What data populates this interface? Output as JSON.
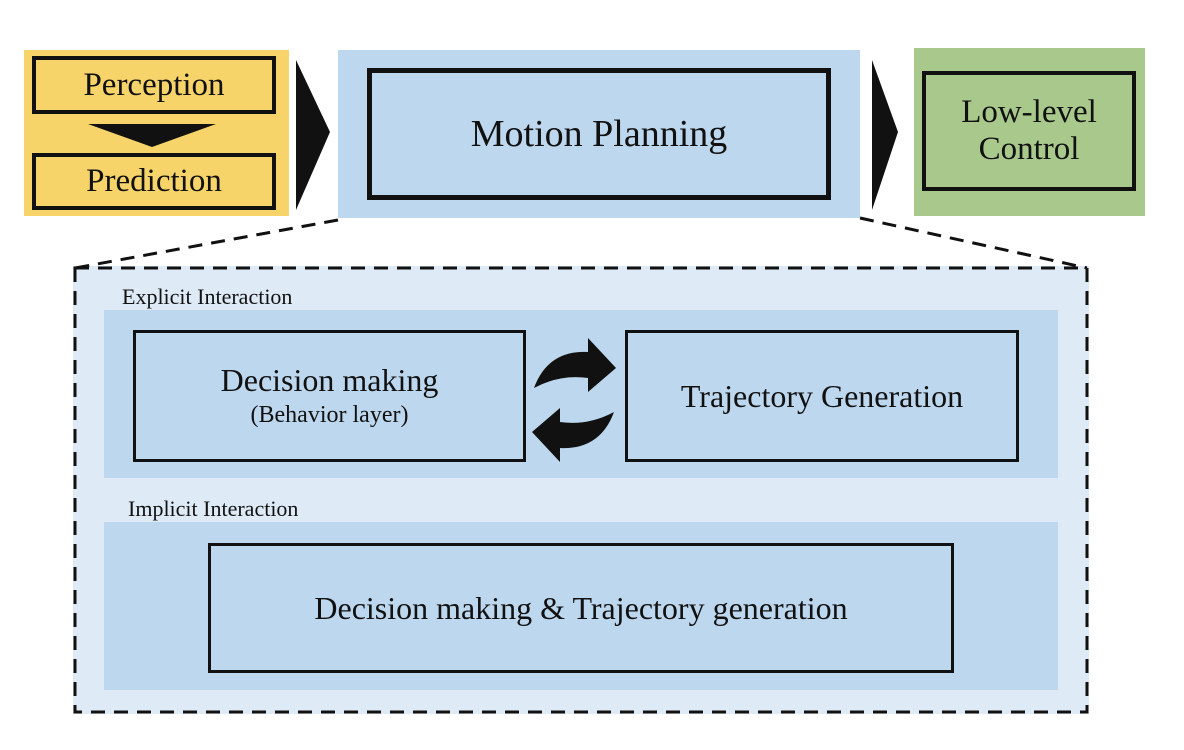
{
  "pipeline": {
    "perception": "Perception",
    "prediction": "Prediction",
    "motion_planning": "Motion Planning",
    "low_level_control_line1": "Low-level",
    "low_level_control_line2": "Control"
  },
  "detail": {
    "explicit_label": "Explicit Interaction",
    "implicit_label": "Implicit Interaction",
    "decision_making": "Decision making",
    "behavior_layer": "(Behavior layer)",
    "trajectory_generation": "Trajectory Generation",
    "combined": "Decision making & Trajectory generation"
  },
  "colors": {
    "perception_fill": "#f7d46a",
    "motion_fill": "#bdd7ee",
    "control_fill": "#a9c98c",
    "detail_fill": "#deebf7",
    "outline": "#111111"
  },
  "icons": {
    "cycle": "refresh-cycle-icon",
    "flow": "chevron-right-icon"
  }
}
